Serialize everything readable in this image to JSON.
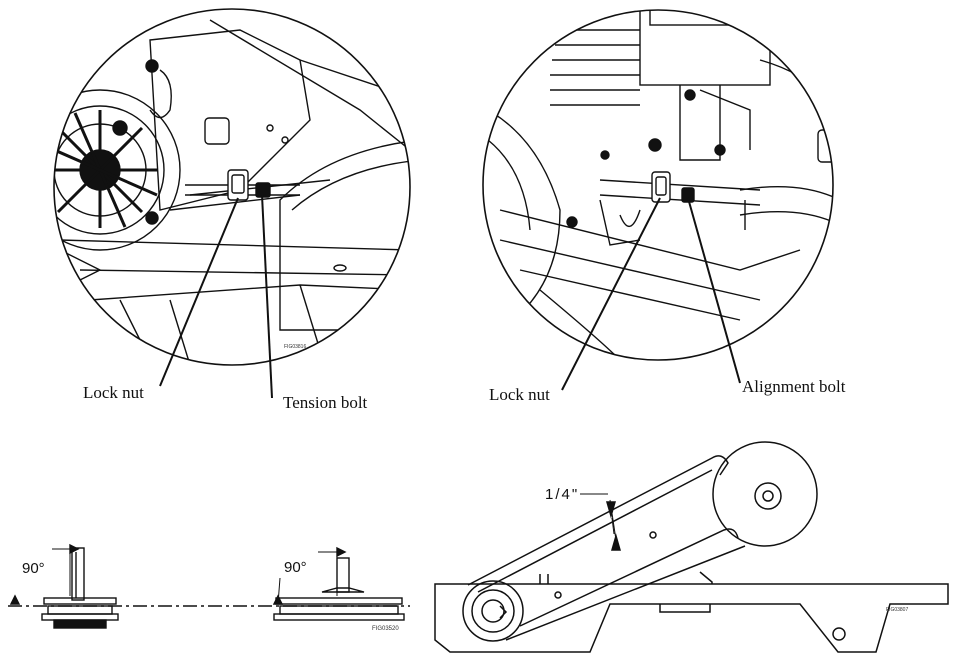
{
  "callouts": {
    "left_view": {
      "lock_nut": "Lock nut",
      "tension_bolt": "Tension bolt",
      "figure_code": "FIG03816"
    },
    "right_view": {
      "lock_nut": "Lock nut",
      "alignment_bolt": "Alignment bolt"
    }
  },
  "alignment": {
    "angle_left": "90°",
    "angle_right": "90°",
    "figure_code": "FIG03520"
  },
  "belt": {
    "deflection": "1/4\"",
    "figure_code": "FIG03807"
  }
}
